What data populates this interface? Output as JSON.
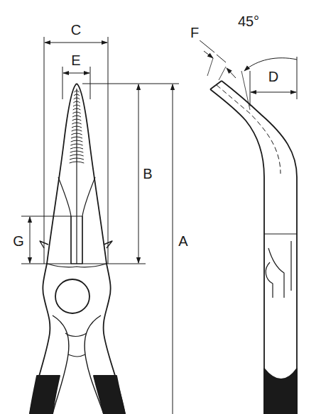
{
  "diagram": {
    "labels": [
      "C",
      "E",
      "F",
      "45°",
      "D",
      "B",
      "G",
      "A"
    ]
  }
}
